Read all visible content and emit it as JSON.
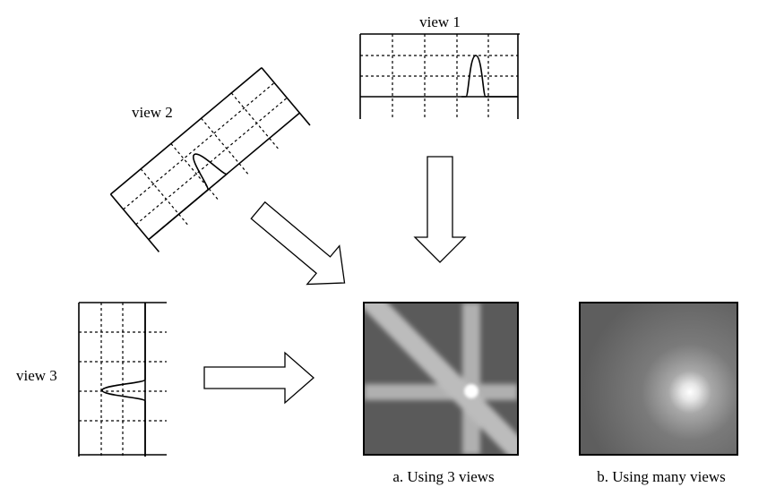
{
  "labels": {
    "view1": "view 1",
    "view2": "view 2",
    "view3": "view 3",
    "caption_a": "a.  Using 3 views",
    "caption_b": "b.  Using many views"
  },
  "colors": {
    "stroke": "#000000",
    "background": "#ffffff",
    "recon_bg": "#5a5a5a",
    "band": "#b4b4b4",
    "hotspot": "#ffffff"
  }
}
